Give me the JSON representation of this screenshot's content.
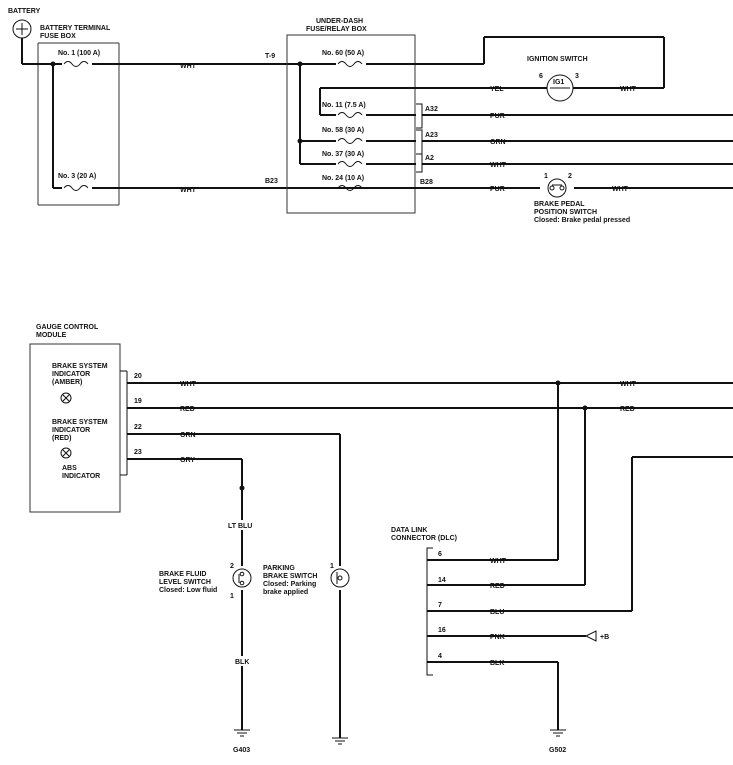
{
  "battery": {
    "label": "BATTERY",
    "symbol": "+"
  },
  "battery_terminal_box": {
    "label_line1": "BATTERY TERMINAL",
    "label_line2": "FUSE BOX"
  },
  "fuses_battery_box": [
    {
      "label": "No. 1 (100 A)"
    },
    {
      "label": "No. 3 (20 A)"
    }
  ],
  "underdash_box": {
    "label_line1": "UNDER-DASH",
    "label_line2": "FUSE/RELAY BOX"
  },
  "fuses_underdash": [
    {
      "label": "No. 60 (50 A)"
    },
    {
      "label": "No. 11 (7.5 A)"
    },
    {
      "label": "No. 58 (30 A)"
    },
    {
      "label": "No. 37 (30 A)"
    },
    {
      "label": "No. 24 (10 A)"
    }
  ],
  "connectors": {
    "t9": "T-9",
    "b23": "B23",
    "a32": "A32",
    "a23": "A23",
    "a2": "A2",
    "b28": "B28"
  },
  "wire_colors": {
    "wht": "WHT",
    "yel": "YEL",
    "pur": "PUR",
    "grn": "GRN",
    "red": "RED",
    "orn": "ORN",
    "gry": "GRY",
    "lt_blu": "LT BLU",
    "blk": "BLK",
    "blu": "BLU",
    "pnk": "PNK"
  },
  "ignition_switch": {
    "label": "IGNITION SWITCH",
    "center": "IG1",
    "pin_left": "6",
    "pin_right": "3"
  },
  "brake_pedal_switch": {
    "pin_left": "1",
    "pin_right": "2",
    "label_line1": "BRAKE PEDAL",
    "label_line2": "POSITION SWITCH",
    "label_line3": "Closed: Brake pedal pressed"
  },
  "gauge_module": {
    "label_line1": "GAUGE CONTROL",
    "label_line2": "MODULE",
    "indicators": [
      {
        "line1": "BRAKE SYSTEM",
        "line2": "INDICATOR",
        "line3": "(AMBER)"
      },
      {
        "line1": "BRAKE SYSTEM",
        "line2": "INDICATOR",
        "line3": "(RED)"
      },
      {
        "line1": "ABS",
        "line2": "INDICATOR",
        "line3": ""
      }
    ],
    "pins": [
      "20",
      "19",
      "22",
      "23"
    ]
  },
  "brake_fluid_switch": {
    "label_line1": "BRAKE FLUID",
    "label_line2": "LEVEL SWITCH",
    "label_line3": "Closed: Low fluid",
    "pin_top": "2",
    "pin_bottom": "1"
  },
  "parking_brake_switch": {
    "label_line1": "PARKING",
    "label_line2": "BRAKE SWITCH",
    "label_line3": "Closed: Parking",
    "label_line4": "brake applied",
    "pin": "1"
  },
  "dlc": {
    "label_line1": "DATA LINK",
    "label_line2": "CONNECTOR (DLC)",
    "pins": [
      "6",
      "14",
      "7",
      "16",
      "4"
    ]
  },
  "power_b": "+B",
  "grounds": {
    "g403": "G403",
    "g502": "G502"
  }
}
